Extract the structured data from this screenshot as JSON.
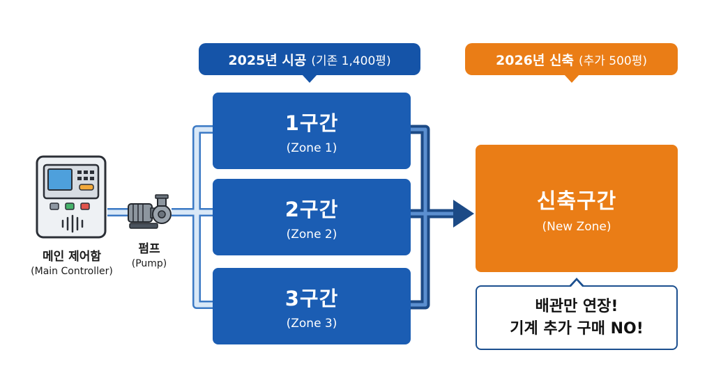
{
  "callouts": {
    "construction_2025": {
      "main": "2025년 시공",
      "sub": "(기존 1,400평)"
    },
    "construction_2026": {
      "main": "2026년 신축",
      "sub": "(추가 500평)"
    }
  },
  "zones": [
    {
      "title": "1구간",
      "subtitle": "(Zone 1)"
    },
    {
      "title": "2구간",
      "subtitle": "(Zone 2)"
    },
    {
      "title": "3구간",
      "subtitle": "(Zone 3)"
    }
  ],
  "new_zone": {
    "title": "신축구간",
    "subtitle": "(New Zone)"
  },
  "note": {
    "line1": "배관만 연장!",
    "line2": "기계 추가 구매 NO!"
  },
  "devices": {
    "controller": {
      "label": "메인 제어함",
      "sublabel": "(Main Controller)"
    },
    "pump": {
      "label": "펌프",
      "sublabel": "(Pump)"
    }
  },
  "colors": {
    "blue": "#1b5db3",
    "orange": "#ea7d16",
    "pipe_light": "#d9e8f7",
    "pipe_outline": "#3b79c4",
    "pipe_dark": "#1c4a86"
  }
}
